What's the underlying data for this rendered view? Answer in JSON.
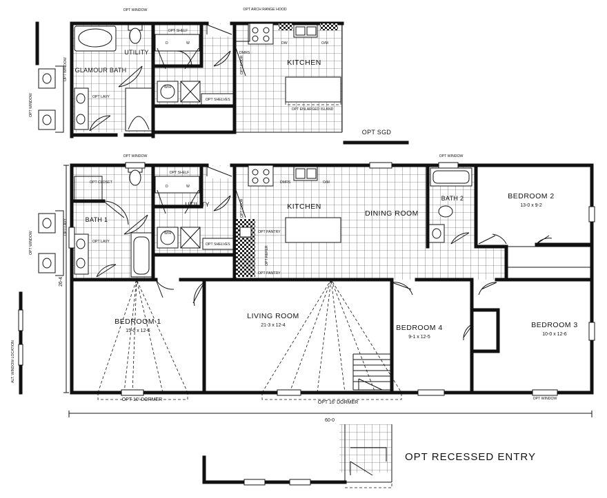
{
  "labels": {
    "opt_window": "OPT WINDOW",
    "opt_arch_range_hood": "OPT ARCH RANGE HOOD",
    "utility": "UTILITY",
    "opt_shelf": "OPT SHELF",
    "glamour_bath": "GLAMOUR BATH",
    "opt_lavy": "OPT LAVY",
    "kitchen": "KITCHEN",
    "dw": "DW",
    "dmrs": "DMRS",
    "opt_door": "OPT DOOR",
    "opt_shelves": "OPT SHELVES",
    "opt_enlarged_island": "OPT ENLARGED ISLAND",
    "opt_sgd": "OPT SGD",
    "opt_closet": "OPT CLOSET",
    "bath_1": "BATH 1",
    "bath_2": "BATH 2",
    "dining_room": "DINING ROOM",
    "opt_pantry": "OPT PANTRY",
    "opt_refer": "OPT REFER",
    "bedroom_2": "BEDROOM 2",
    "bedroom_2_dim": "13-0 x 9-2",
    "bedroom_1": "BEDROOM 1",
    "bedroom_1_dim": "15-0 x 12-6",
    "living_room": "LIVING ROOM",
    "living_room_dim": "21-3 x 12-4",
    "bedroom_4": "BEDROOM 4",
    "bedroom_4_dim": "9-1 x 12-5",
    "bedroom_3": "BEDROOM 3",
    "bedroom_3_dim": "10-0 x 12-6",
    "depth_dim": "26-4",
    "width_dim": "60-0",
    "opt_10_dormer": "OPT 10' DORMER",
    "opt_16_dormer": "OPT 16' DORMER",
    "alt_window_location": "ALT. WINDOW LOCATION",
    "opt_recessed_entry": "OPT RECESSED ENTRY",
    "wh": "W/H",
    "d": "D",
    "w": "W",
    "o_m": "O/M"
  }
}
